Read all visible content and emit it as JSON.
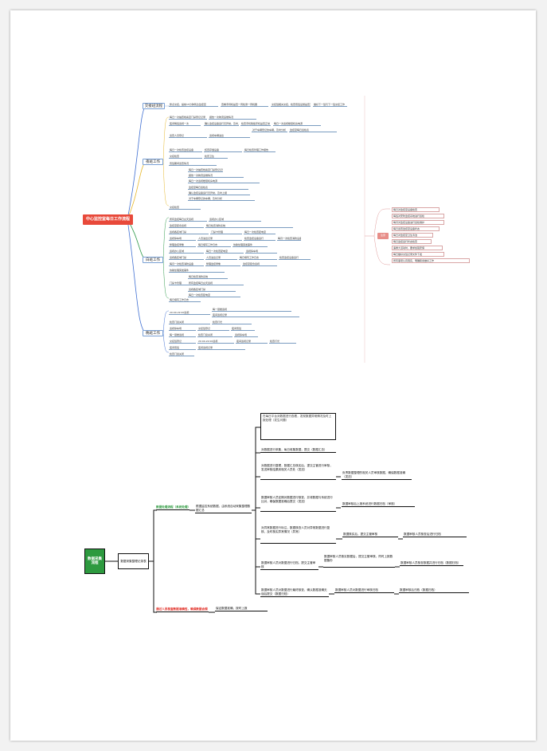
{
  "map1": {
    "root": "中心监控室每日工作流程",
    "branches": [
      {
        "label": "交接班流程",
        "items": [
          "整点交接，提前15分钟到达监控室",
          "查看手持机是否一周检测一周机器",
          "交接班相关交接，检查值班设施是否无异常",
          "做好下一班与下一班交接工作"
        ]
      },
      {
        "label": "夜班工作",
        "items": [
          "每日一次抽查档案室门禁登记记录",
          "报告一次物流运维情况",
          "夜间每班巡视一次",
          "确认监控设备运行无异常，及时上报",
          "检查手机联络手机是否正常",
          "每日一次巡视楼层机房电源",
          "巡查人员登记",
          "巡视车辆进出",
          "对于车辆登记的车辆，及时分析",
          "监控室每日巡检表",
          "每日一次检查监控设备",
          "核查存储设备",
          "每日检查管理工作报告",
          "交接检查",
          "检查卫生",
          "值班期间巡查情况"
        ]
      },
      {
        "label": "白班工作",
        "items": [
          "所有监控每日白天巡视",
          "巡视办公区域",
          "监控室配合巡视",
          "每日检查消防系统",
          "巡视各区域门禁",
          "门禁卡管理",
          "每日一次检查配电室",
          "巡视停车场",
          "人员进出记录",
          "检查监控设备运行",
          "每月一次检查消防设备",
          "整理监控录像",
          "每日填写工作日志",
          "协助处理突发事件"
        ]
      },
      {
        "label": "晚班工作",
        "items": [
          "20:00-22:00巡视",
          "每一层楼巡视",
          "夜间巡视记录",
          "检查门窗关闭",
          "检查灯光",
          "巡视停车场",
          "交接班登记",
          "夜间值班"
        ]
      }
    ],
    "tag": "注意",
    "notes": [
      "每日对监控室设备检查",
      "每班对安防监控系统进行巡检",
      "每月对监控设备进行巡检维护",
      "每日巡查监控室设备状态",
      "每日对监控室卫生清洁",
      "每日监控运行状态检查",
      "遇重大活动时，要求加强安保",
      "每日做好交班记录文件下发",
      "所有事项认真落实，明确职责做好工作"
    ]
  },
  "map2": {
    "root": "数据采集流程",
    "mid": "数据采集整理记录表",
    "branch_top": "数据处理流程（系统处理）",
    "branch_top_desc": "根据监控系统数据，由系统自动采集整理数据汇总",
    "branch_bottom": "通过人员核查数据准确性，确保数据合规",
    "branch_bottom_desc": "保证数据准确、按时上报",
    "leaves": [
      {
        "text": "在每日平台对数据进行查看，发现数据异常情况及时上报处理（发生问题）",
        "color": "blue",
        "subs": []
      },
      {
        "text": "对数据进行采集，每日收集数据，提交（数据汇总）",
        "color": "blue",
        "subs": []
      },
      {
        "text": "对数据进行整理，数据汇总核实后，提交主管进行审核，发送审核结果到相关人员处（发送）",
        "color": "blue",
        "subs": [
          "负责数据整理的相关人员审核数据，确保数据准确（发送）"
        ]
      },
      {
        "text": "数据审核人员定期对数据进行核查，并将数据与系统进行比对，确保数据准确后提交（发送）",
        "color": "red",
        "subs": [
          "数据审核后上报系统进行数据归档（审核）"
        ]
      },
      {
        "text": "对异常数据进行标注，数据核查人员对异常数据进行复核，及时核实异常情况（异常）",
        "color": "red",
        "subs": [
          "数据核实后，提交主管审核",
          "数据审核人员核查后进行归档"
        ]
      },
      {
        "text": "数据审核人员对数据进行归档，提交主管审核",
        "color": "black",
        "subs": [
          "数据审核人员核实数据后，提交主管审核，同时上报数据备份",
          "数据审核人员核查数据并进行归档（数据归档）"
        ]
      },
      {
        "text": "数据审核人员对数据进行最终核查，确认数据准确无误后提交（数据归档）",
        "color": "green",
        "subs": [
          "数据审核人员对数据进行审核归档",
          "数据审核后归档（数据归档）"
        ]
      }
    ]
  }
}
